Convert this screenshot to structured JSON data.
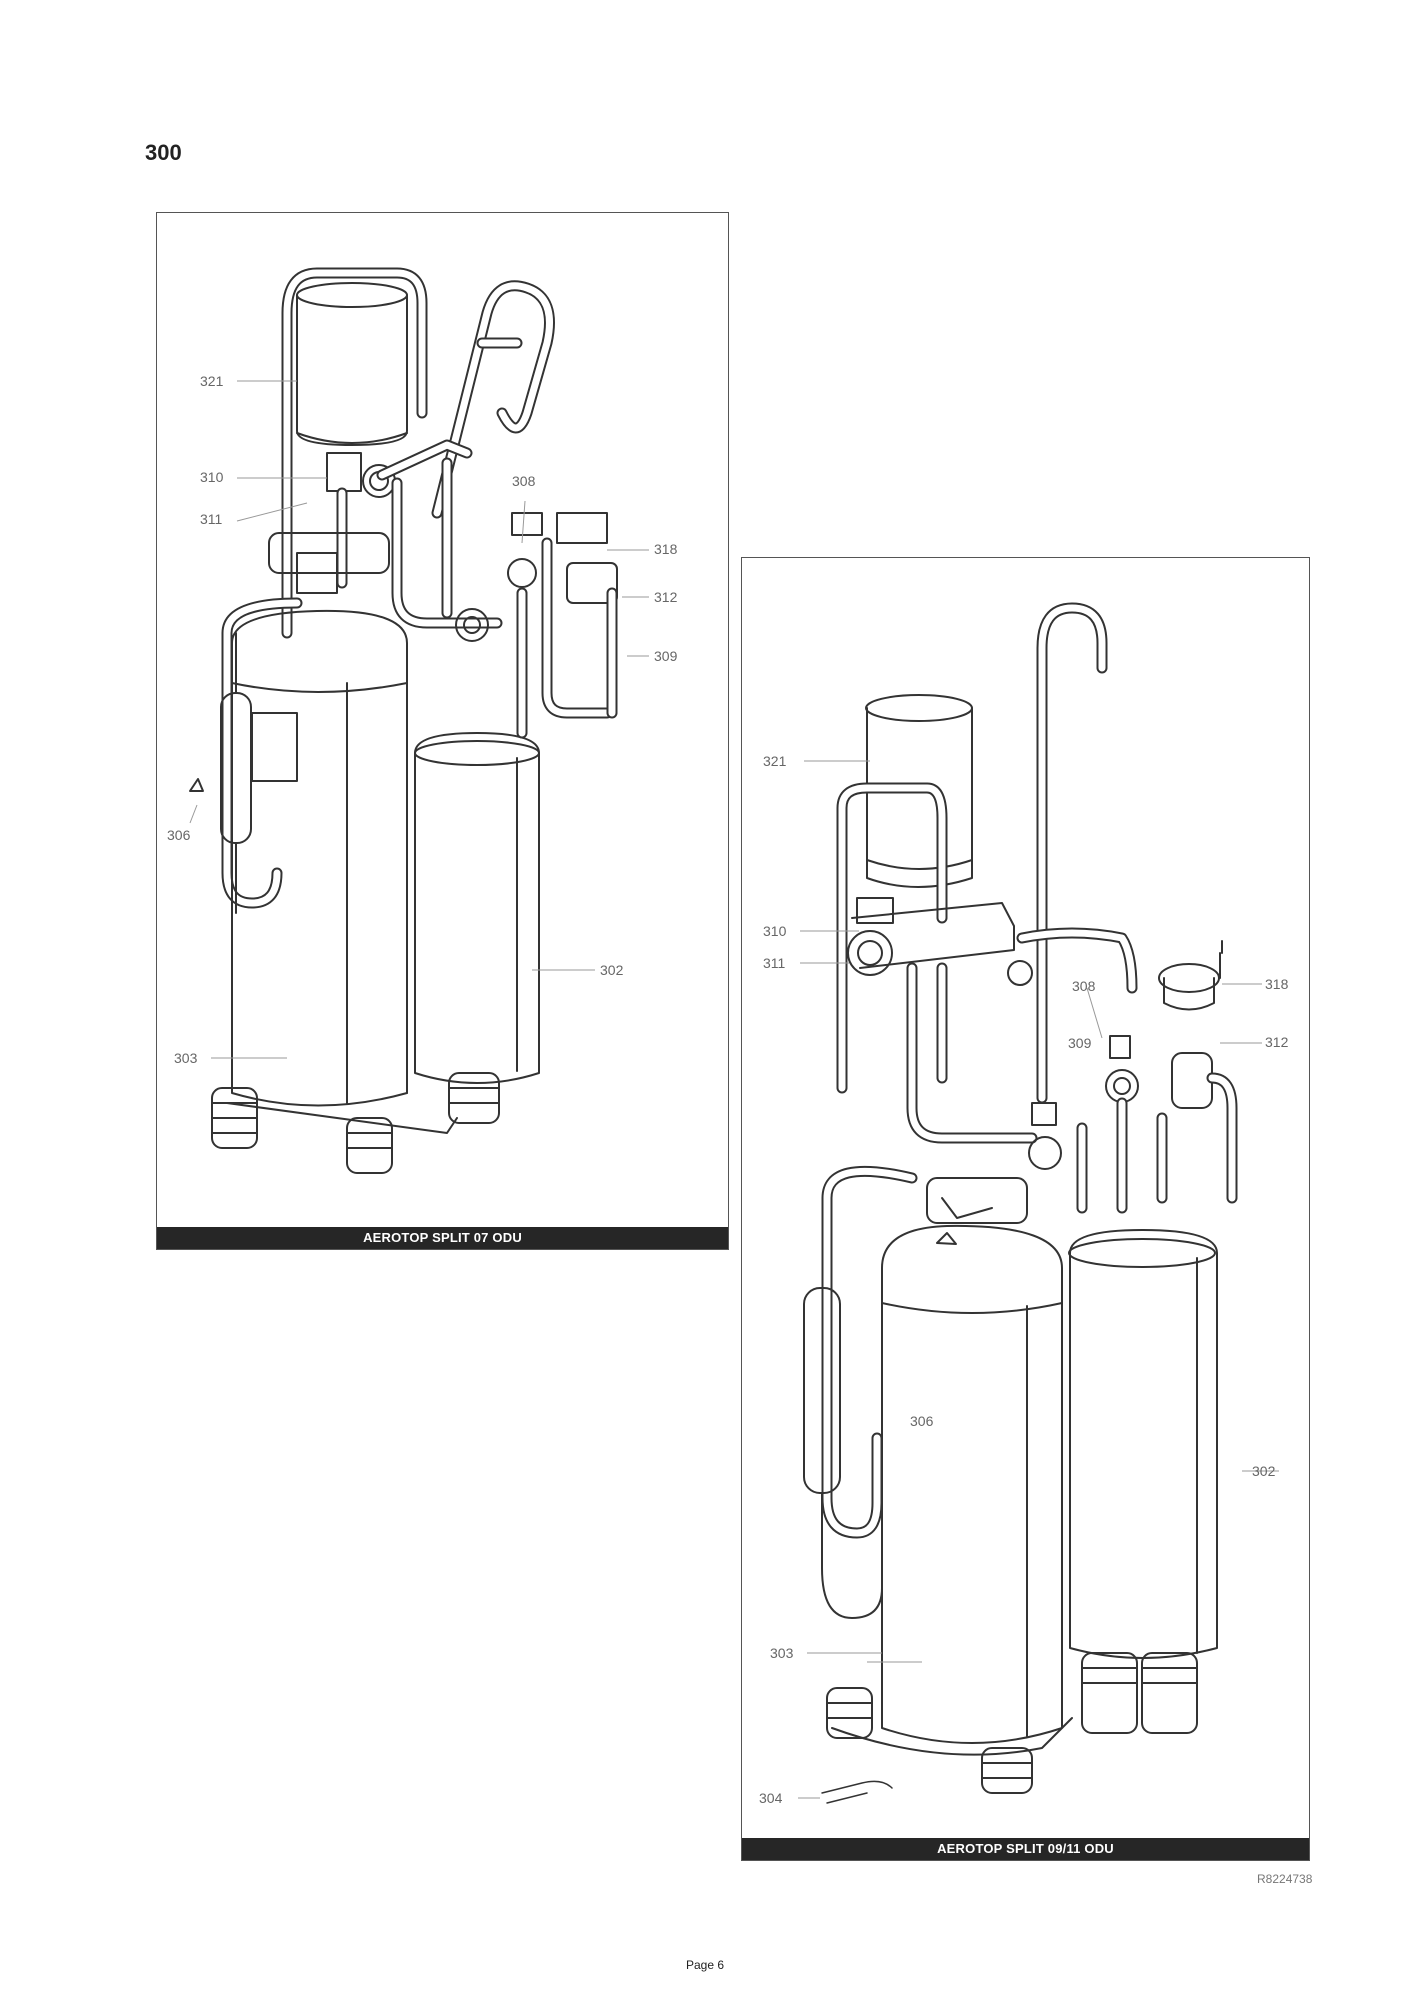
{
  "section": {
    "number": "300"
  },
  "panel_07": {
    "caption": "AEROTOP SPLIT 07 ODU",
    "labels": {
      "l321": "321",
      "l310": "310",
      "l311": "311",
      "l308": "308",
      "l318": "318",
      "l312": "312",
      "l309": "309",
      "l306": "306",
      "l302": "302",
      "l303": "303"
    }
  },
  "panel_0911": {
    "caption": "AEROTOP SPLIT 09/11 ODU",
    "labels": {
      "l321": "321",
      "l310": "310",
      "l311": "311",
      "l308": "308",
      "l318": "318",
      "l309": "309",
      "l312": "312",
      "l306": "306",
      "l302": "302",
      "l303": "303",
      "l304": "304"
    }
  },
  "document_ref": "R8224738",
  "page": "Page 6"
}
